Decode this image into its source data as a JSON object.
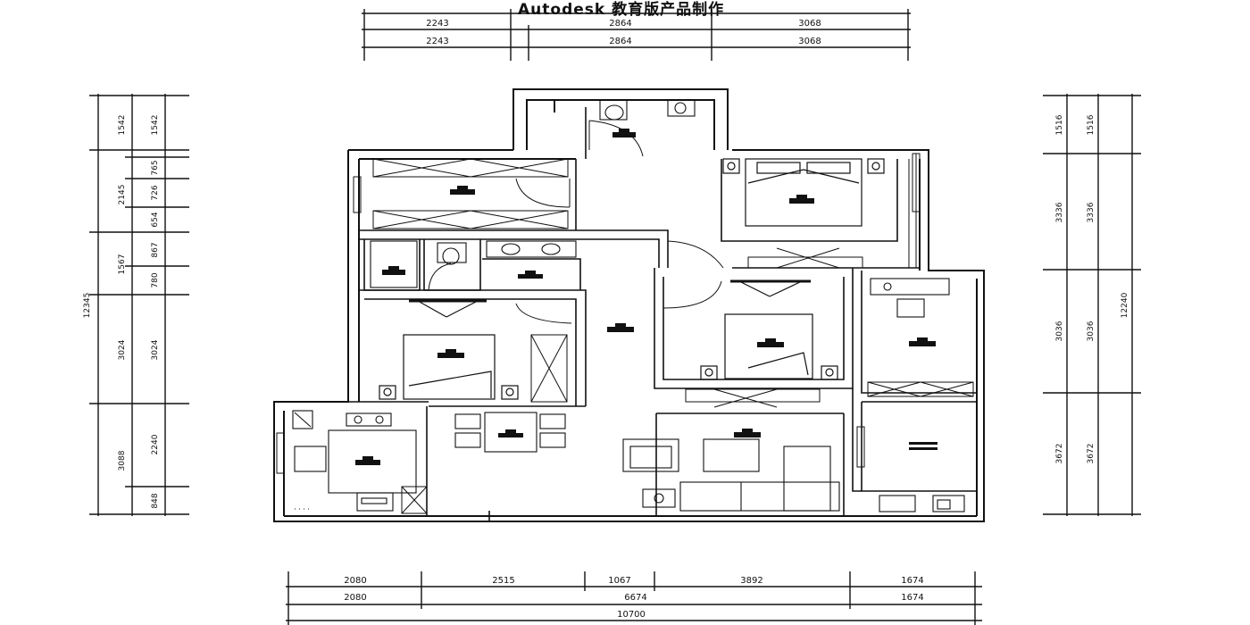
{
  "watermark_banner": "Autodesk 教育版产品制作",
  "footer_text": "",
  "top_dims": {
    "row1": [
      "2243",
      "2864",
      "3068"
    ],
    "row2": [
      "2243",
      "2864",
      "3068"
    ]
  },
  "bottom_dims": {
    "row1": [
      "2080",
      "2515",
      "1067",
      "3892",
      "1674"
    ],
    "row2": [
      "2080",
      "6674",
      "1674"
    ],
    "total": "10700"
  },
  "left_dims": {
    "inner": [
      "1542",
      "765",
      "726",
      "654",
      "867",
      "780",
      "3024",
      "2240",
      "848"
    ],
    "middle": [
      "1542",
      "2145",
      "1567",
      "3024",
      "3088"
    ],
    "total": "12345"
  },
  "right_dims": {
    "inner": [
      "1516",
      "3336",
      "3036",
      "3672"
    ],
    "middle": [
      "1516",
      "3336",
      "3036",
      "3672"
    ],
    "total": "12240"
  },
  "colors": {
    "line": "#111111",
    "background": "#ffffff"
  }
}
